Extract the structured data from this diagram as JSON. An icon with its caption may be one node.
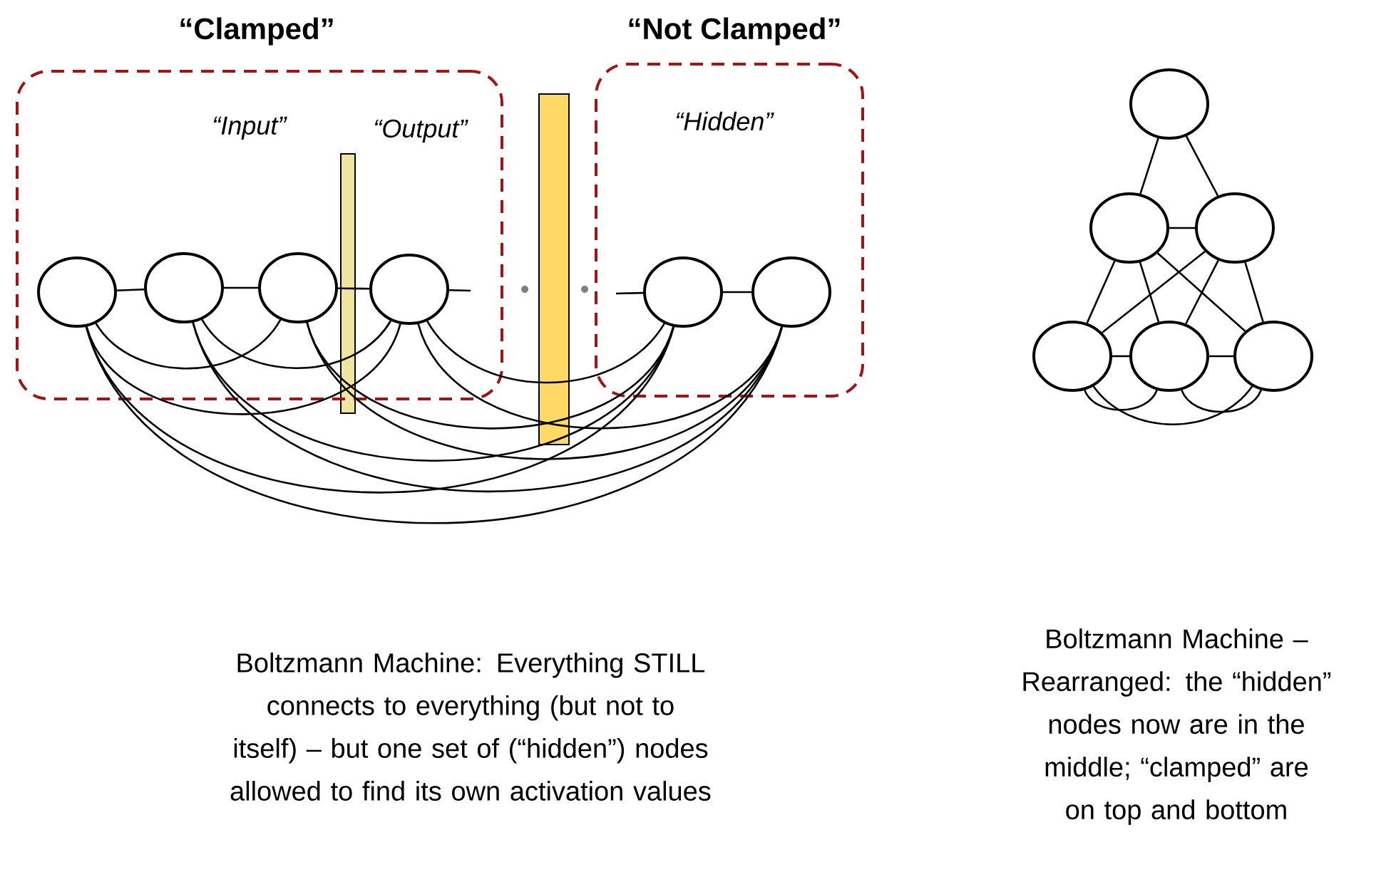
{
  "diagram": {
    "nodes": [
      {
        "text": [
          "“Clamped”",
          "*“Input”*",
          "*“Output”*"
        ]
      },
      {
        "text": [
          "“Not Clamped”",
          "*“Hidden”*"
        ]
      },
      {
        "text": [],
        "shape": "circle",
        "in": 0
      },
      {
        "text": [],
        "shape": "circle",
        "in": 0
      },
      {
        "text": [],
        "shape": "circle",
        "in": 0
      },
      {
        "text": [],
        "shape": "circle",
        "in": 0
      },
      {
        "text": [],
        "shape": "circle",
        "in": 1
      },
      {
        "text": [],
        "shape": "circle",
        "in": 1
      },
      {
        "text": [],
        "shape": "circle"
      },
      {
        "text": [],
        "shape": "circle"
      },
      {
        "text": [],
        "shape": "circle"
      },
      {
        "text": [],
        "shape": "circle"
      },
      {
        "text": [],
        "shape": "circle"
      },
      {
        "text": [],
        "shape": "circle"
      }
    ],
    "edges": [
      {
        "from": 2,
        "to": 3,
        "arrow": "none"
      },
      {
        "from": 3,
        "to": 4,
        "arrow": "none"
      },
      {
        "from": 4,
        "to": 5,
        "arrow": "none"
      },
      {
        "from": 6,
        "to": 7,
        "arrow": "none"
      },
      {
        "from": 5,
        "to": null,
        "arrow": "none"
      },
      {
        "from": null,
        "to": 6,
        "arrow": "none"
      },
      {
        "from": 2,
        "to": 4,
        "arrow": "none"
      },
      {
        "from": 2,
        "to": 5,
        "arrow": "none"
      },
      {
        "from": 2,
        "to": 6,
        "arrow": "none"
      },
      {
        "from": 2,
        "to": 7,
        "arrow": "none"
      },
      {
        "from": 3,
        "to": 5,
        "arrow": "none"
      },
      {
        "from": 3,
        "to": 6,
        "arrow": "none"
      },
      {
        "from": 3,
        "to": 7,
        "arrow": "none"
      },
      {
        "from": 4,
        "to": 6,
        "arrow": "none"
      },
      {
        "from": 4,
        "to": 7,
        "arrow": "none"
      },
      {
        "from": 5,
        "to": 6,
        "arrow": "none"
      },
      {
        "from": 5,
        "to": 7,
        "arrow": "none"
      },
      {
        "from": 8,
        "to": 9,
        "arrow": "none"
      },
      {
        "from": 8,
        "to": 10,
        "arrow": "none"
      },
      {
        "from": 9,
        "to": 10,
        "arrow": "none"
      },
      {
        "from": 9,
        "to": 11,
        "arrow": "none"
      },
      {
        "from": 9,
        "to": 12,
        "arrow": "none"
      },
      {
        "from": 9,
        "to": 13,
        "arrow": "none"
      },
      {
        "from": 10,
        "to": 11,
        "arrow": "none"
      },
      {
        "from": 10,
        "to": 12,
        "arrow": "none"
      },
      {
        "from": 10,
        "to": 13,
        "arrow": "none"
      },
      {
        "from": 11,
        "to": 12,
        "arrow": "none"
      },
      {
        "from": 12,
        "to": 13,
        "arrow": "none"
      },
      {
        "from": 11,
        "to": 12,
        "arrow": "none"
      },
      {
        "from": 12,
        "to": 13,
        "arrow": "none"
      },
      {
        "from": 11,
        "to": 13,
        "arrow": "none"
      }
    ],
    "labels": [
      "Boltzmann Machine: Everything STILL connects to everything (but not to itself) – but one set of (“hidden”) nodes allowed to find its own activation values",
      "Boltzmann Machine – Rearranged: the “hidden” nodes now are in the middle; “clamped” are on top and bottom"
    ]
  }
}
